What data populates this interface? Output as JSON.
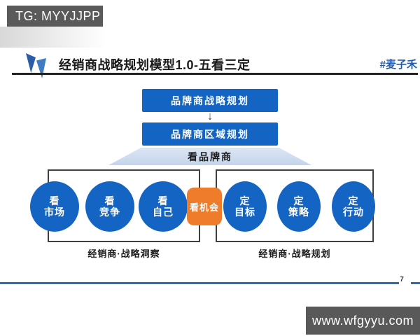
{
  "overlays": {
    "tg_badge": "TG: MYYJJPP",
    "website_badge": "www.wfgyyu.com"
  },
  "header": {
    "title": "经销商战略规划模型1.0-五看三定",
    "brand_tag": "#麦子禾"
  },
  "flow": {
    "top_box": "品牌商战略规划",
    "arrow": "↓",
    "second_box": "品牌商区域规划",
    "funnel_label": "看品牌商"
  },
  "insight": {
    "group_label": "经销商·战略洞察",
    "circles": [
      {
        "l1": "看",
        "l2": "市场"
      },
      {
        "l1": "看",
        "l2": "竞争"
      },
      {
        "l1": "看",
        "l2": "自己"
      }
    ]
  },
  "opportunity": {
    "label": "看机会"
  },
  "planning": {
    "group_label": "经销商·战略规划",
    "circles": [
      {
        "l1": "定",
        "l2": "目标"
      },
      {
        "l1": "定",
        "l2": "策略"
      },
      {
        "l1": "定",
        "l2": "行动"
      }
    ]
  },
  "footer": {
    "page_number": "7"
  },
  "colors": {
    "primary_blue": "#1464c4",
    "accent_orange": "#ee7c2a",
    "funnel_fill": "#ccd9ee",
    "overlay_gray": "#595959",
    "rule_blue": "#2d6ca8",
    "brand_blue": "#1f5ab0"
  }
}
